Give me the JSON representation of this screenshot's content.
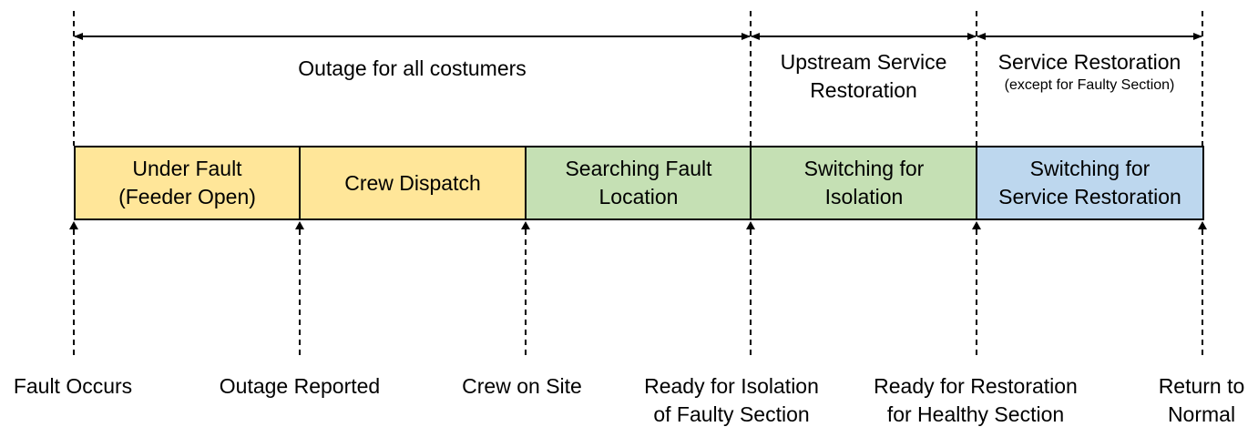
{
  "colors": {
    "yellow": "#FFE699",
    "green": "#C5E0B4",
    "blue": "#BDD7EE",
    "line": "#000000"
  },
  "spans": [
    {
      "line1": "Outage for all costumers"
    },
    {
      "line1": "Upstream Service",
      "line2": "Restoration"
    },
    {
      "line1": "Service Restoration",
      "note": "(except for Faulty Section)"
    }
  ],
  "phases": [
    {
      "line1": "Under Fault",
      "line2": "(Feeder Open)",
      "color": "yellow"
    },
    {
      "line1": "Crew Dispatch",
      "line2": "",
      "color": "yellow"
    },
    {
      "line1": "Searching Fault",
      "line2": "Location",
      "color": "green"
    },
    {
      "line1": "Switching for",
      "line2": "Isolation",
      "color": "green"
    },
    {
      "line1": "Switching for",
      "line2": "Service Restoration",
      "color": "blue"
    }
  ],
  "events": [
    {
      "line1": "Fault Occurs",
      "line2": ""
    },
    {
      "line1": "Outage Reported",
      "line2": ""
    },
    {
      "line1": "Crew on Site",
      "line2": ""
    },
    {
      "line1": "Ready for Isolation",
      "line2": "of Faulty Section"
    },
    {
      "line1": "Ready for Restoration",
      "line2": "for Healthy Section"
    },
    {
      "line1": "Return to",
      "line2": "Normal"
    }
  ]
}
